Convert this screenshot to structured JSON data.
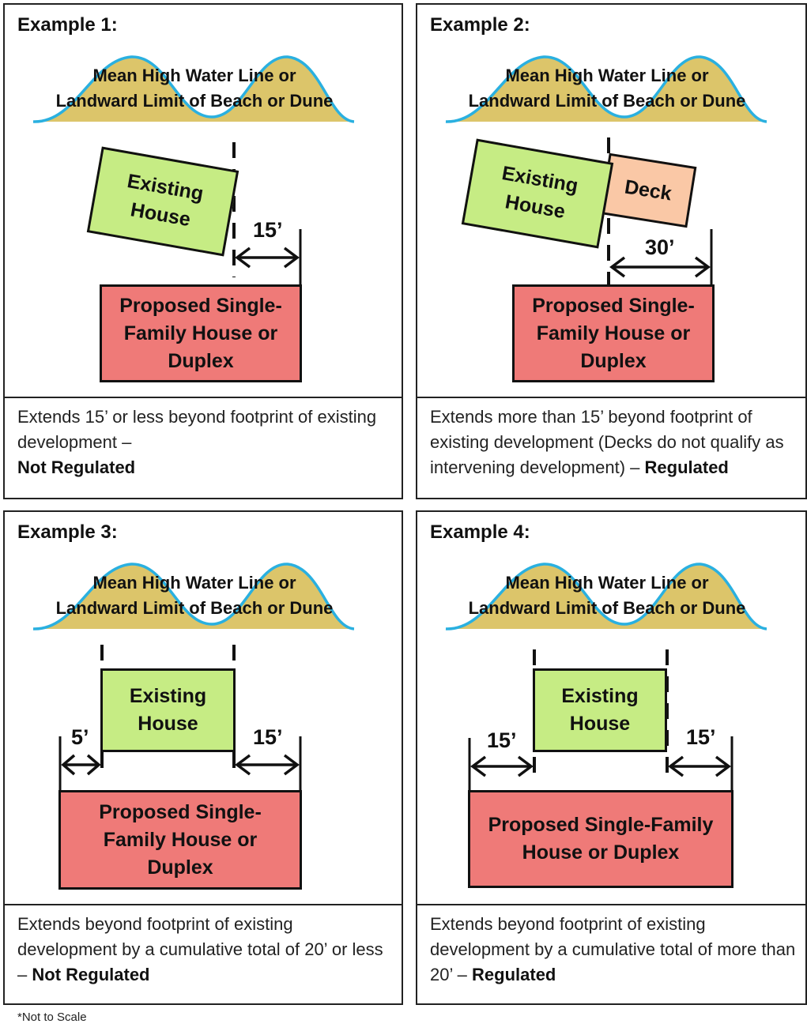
{
  "beach_label_line1": "Mean High Water Line or",
  "beach_label_line2": "Landward Limit of Beach or Dune",
  "colors": {
    "sand": "#dcc56a",
    "water_line": "#2ab0e0",
    "existing_house": "#c6ec84",
    "proposed_house": "#ef7a78",
    "deck": "#fac8a6"
  },
  "examples": [
    {
      "title": "Example 1:",
      "existing_label_1": "Existing",
      "existing_label_2": "House",
      "proposed_label_lines": [
        "Proposed Single-",
        "Family House or",
        "Duplex"
      ],
      "right_dimension": "15’",
      "caption_text": "Extends 15’ or less beyond footprint of existing development –",
      "caption_result": "Not Regulated"
    },
    {
      "title": "Example 2:",
      "existing_label_1": "Existing",
      "existing_label_2": "House",
      "deck_label": "Deck",
      "proposed_label_lines": [
        "Proposed Single-",
        "Family House or",
        "Duplex"
      ],
      "right_dimension": "30’",
      "caption_text": "Extends more than 15’ beyond footprint of existing development (Decks do not qualify as intervening development) –",
      "caption_result": "Regulated"
    },
    {
      "title": "Example 3:",
      "existing_label_1": "Existing",
      "existing_label_2": "House",
      "proposed_label_lines": [
        "Proposed Single-",
        "Family House or",
        "Duplex"
      ],
      "left_dimension": "5’",
      "right_dimension": "15’",
      "caption_text": "Extends beyond footprint of existing development by a cumulative total of 20’ or less –",
      "caption_result": "Not Regulated"
    },
    {
      "title": "Example 4:",
      "existing_label_1": "Existing",
      "existing_label_2": "House",
      "proposed_label_lines": [
        "Proposed Single-Family",
        "House or Duplex"
      ],
      "left_dimension": "15’",
      "right_dimension": "15’",
      "caption_text": "Extends beyond footprint of existing development by a cumulative total of more than 20’ –",
      "caption_result": "Regulated"
    }
  ],
  "footnote": "*Not to Scale"
}
